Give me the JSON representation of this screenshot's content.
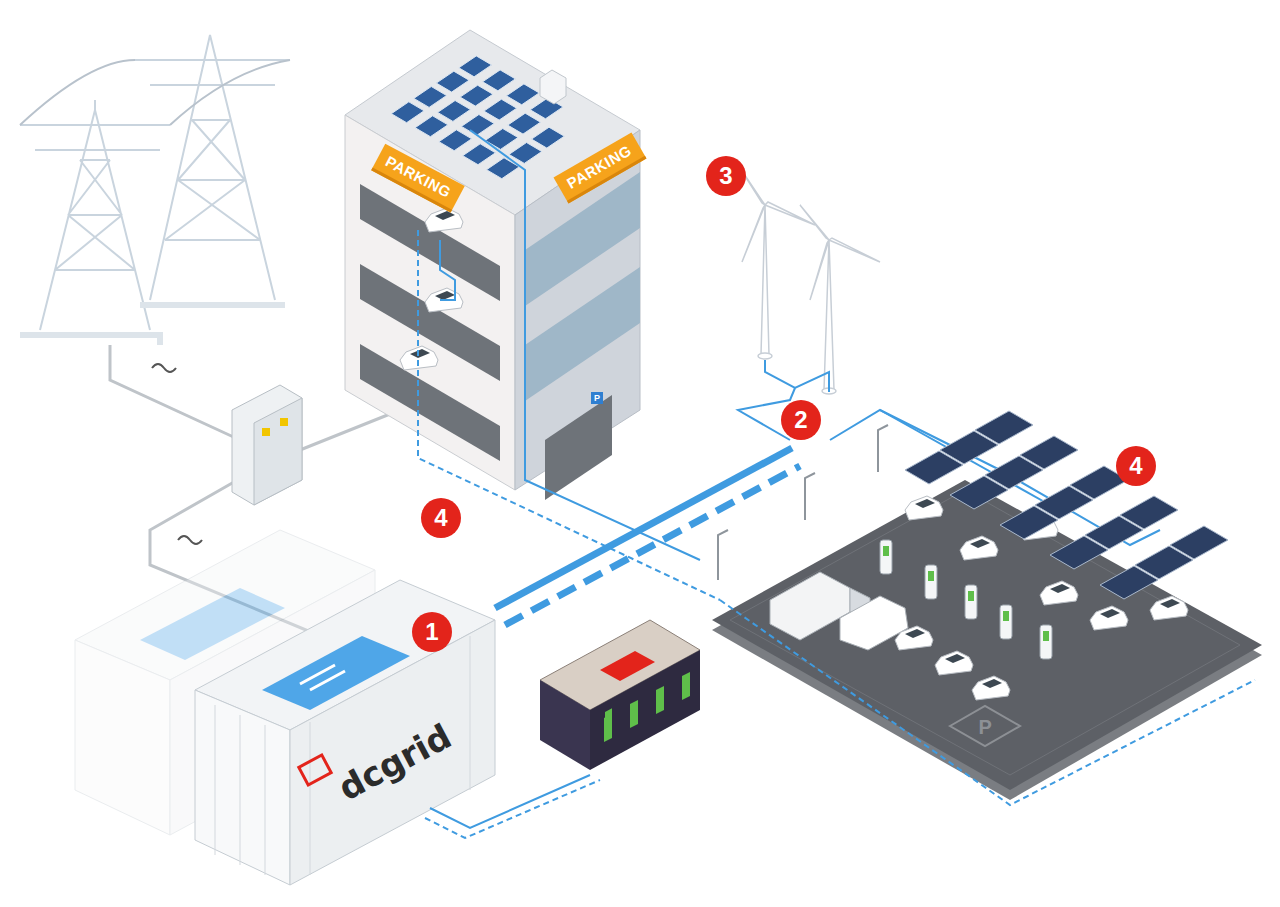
{
  "diagram": {
    "nodes": [
      {
        "text": [
          "PARKING"
        ]
      },
      {
        "text": [
          "PARKING"
        ]
      },
      {
        "text": [
          "3"
        ]
      },
      {
        "text": [
          "2"
        ]
      },
      {
        "text": [
          "4"
        ]
      },
      {
        "text": [
          "4"
        ]
      },
      {
        "text": [
          "1"
        ]
      }
    ],
    "labels": [
      "dcgrid",
      "P",
      "P"
    ]
  }
}
